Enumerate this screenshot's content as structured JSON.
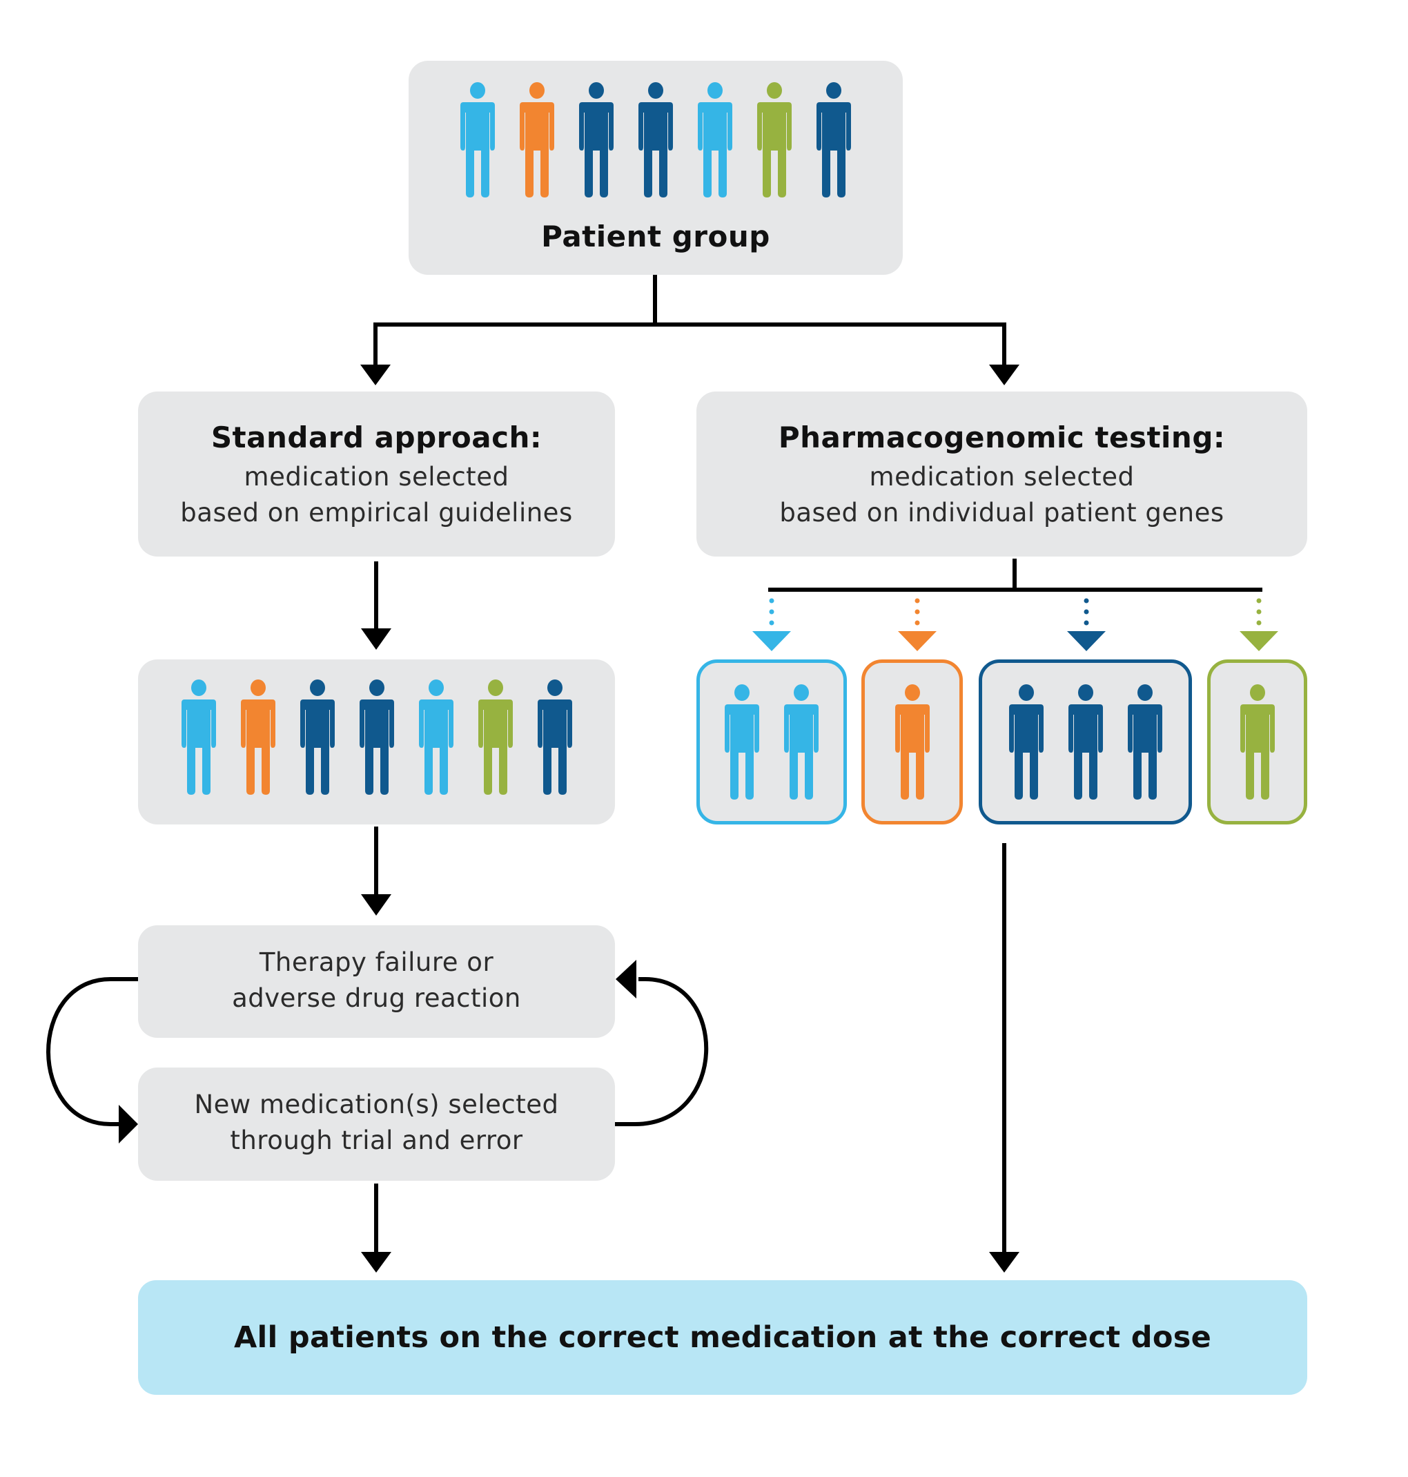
{
  "colors": {
    "light_blue": "#35b5e6",
    "orange": "#f28530",
    "dark_blue": "#10598e",
    "green": "#97b240",
    "box_gray": "#e6e7e8",
    "outcome_blue": "#b8e6f5"
  },
  "patient_group": {
    "label": "Patient group",
    "people": [
      "light_blue",
      "orange",
      "dark_blue",
      "dark_blue",
      "light_blue",
      "green",
      "dark_blue"
    ]
  },
  "standard": {
    "title": "Standard approach:",
    "line1": "medication selected",
    "line2": "based on empirical guidelines",
    "people": [
      "light_blue",
      "orange",
      "dark_blue",
      "dark_blue",
      "light_blue",
      "green",
      "dark_blue"
    ],
    "loop": {
      "therapy_line1": "Therapy failure or",
      "therapy_line2": "adverse drug reaction",
      "newmed_line1": "New medication(s) selected",
      "newmed_line2": "through trial and error"
    }
  },
  "pharmacogenomic": {
    "title": "Pharmacogenomic testing:",
    "line1": "medication selected",
    "line2": "based on individual patient genes",
    "subgroups": [
      {
        "color": "light_blue",
        "count": 2
      },
      {
        "color": "orange",
        "count": 1
      },
      {
        "color": "dark_blue",
        "count": 3
      },
      {
        "color": "green",
        "count": 1
      }
    ]
  },
  "outcome": {
    "label": "All patients on the correct medication at the correct dose"
  }
}
